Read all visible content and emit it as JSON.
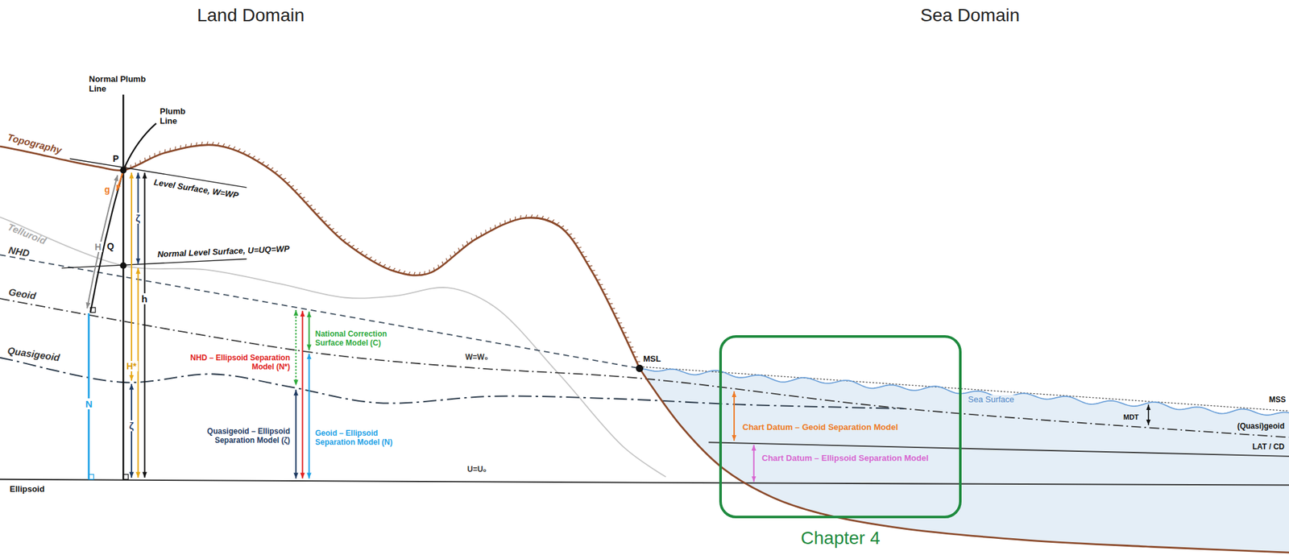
{
  "diagram": {
    "nodes": [
      {
        "text": [
          "Chart Datum – Geoid Separation Model",
          "Chart Datum – Ellipsoid Separation Model",
          "Chapter 4"
        ]
      }
    ],
    "labels": [
      "Land Domain",
      "Sea Domain",
      "Normal Plumb Line",
      "Plumb Line",
      "Topography",
      "P",
      "g",
      "Level Surface, W=WP",
      "Telluroid",
      "NHD",
      "Q",
      "Normal Level Surface, U=UQ=WP",
      "H",
      "ζ",
      "h",
      "Geoid",
      "National Correction Surface Model (C)",
      "NHD – Ellipsoid Separation Model (N*)",
      "MSL",
      "W=W₀",
      "Quasigeoid",
      "H*",
      "N",
      "ζ",
      "Quasigeoid – Ellipsoid Separation Model (ζ)",
      "Geoid – Ellipsoid Separation Model (N)",
      "U=U₀",
      "Ellipsoid",
      "Sea Surface",
      "MSS",
      "MDT",
      "(Quasi)geoid",
      "LAT / CD"
    ]
  }
}
